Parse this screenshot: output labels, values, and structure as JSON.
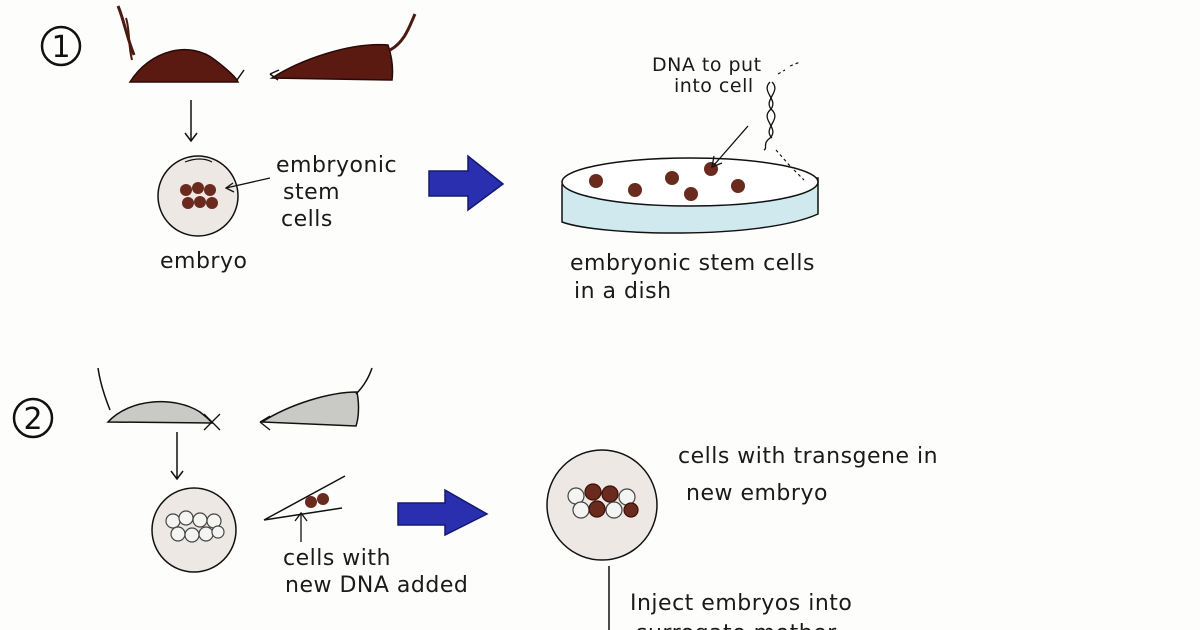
{
  "steps": [
    {
      "number": "1",
      "embryo_label": "embryo",
      "stem_cells_label": [
        "embryonic",
        "stem",
        "cells"
      ],
      "dna_label": [
        "DNA to put",
        "into cell"
      ],
      "dish_label": [
        "embryonic stem cells",
        "in a dish"
      ]
    },
    {
      "number": "2",
      "cells_added_label": [
        "cells with",
        "new DNA added"
      ],
      "transgene_label": [
        "cells with transgene in",
        "new embryo"
      ],
      "inject_label": [
        "Inject embryos into",
        "surrogate mother"
      ]
    }
  ],
  "colors": {
    "mouse_brown": "#5a1a12",
    "mouse_gray": "#c9c9c6",
    "arrow_blue": "#2a2fb0",
    "dish_blue": "#cfe9ee",
    "cell_brown": "#6b2a1e",
    "embryo_fill": "#ede8e3"
  }
}
